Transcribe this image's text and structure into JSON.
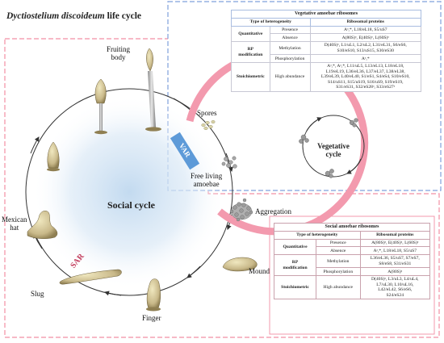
{
  "title": {
    "italic": "Dyctiostelium discoideum",
    "rest": " life cycle"
  },
  "stages": {
    "fruiting_body": "Fruiting\nbody",
    "spores": "Spores",
    "free_living": "Free living\namoebae",
    "aggregation": "Aggregation",
    "mound": "Mound",
    "finger": "Finger",
    "slug": "Slug",
    "mexican_hat": "Mexican\nhat"
  },
  "cycles": {
    "social": "Social cycle",
    "vegetative": "Vegetative\ncycle"
  },
  "arcs": {
    "var": "VAR",
    "sar": "SAR"
  },
  "colors": {
    "pink": "#f28fa4",
    "blue": "#7fa0dc",
    "social_glow": "#cfe3f5",
    "stage_fill": "#c9b98a"
  },
  "vegetative_table": {
    "caption": "Vegetative amoebae ribosomes",
    "headers": [
      "Type of heterogeneity",
      "Ribosomal proteins"
    ],
    "groups": [
      {
        "name": "Quantitative",
        "rows": [
          {
            "sub": "Presence",
            "proteins": "Aᵃ,*, L18/eL18, S5/uS7"
          },
          {
            "sub": "Absence",
            "proteins": "A(80S)ᵃ, E(40S)ᵃ, L(60S)ᵃ"
          }
        ]
      },
      {
        "name": "RP\nmodification",
        "rows": [
          {
            "sub": "Methylation",
            "proteins": "D(40S)ᵃ, L1/uL1, L2/uL2, L31/eL31, S6/eS6,\nS10/eS10, S13/uS15, S30/eS30"
          },
          {
            "sub": "Phosphorylation",
            "proteins": "Aᵃ,*"
          }
        ]
      },
      {
        "name": "Stoichiometric",
        "rows": [
          {
            "sub": "High abundance",
            "proteins": "Aᵃ,*, Aᵃ,*, L11/uL5, L13/eL13, L18/eL18,\nL19/eL19, L36/eL36, L37/eL37, L38/eL38,\nL39/eL39, L40/eL40, S1/eS1, S4/eS4, S10/eS10,\nS14/uS11, S15/uS19, S16/uS9, S19/eS19,\nS31/eS31, S32/eS28ᵃ, S33/eS27ᵃ"
          }
        ]
      }
    ]
  },
  "social_table": {
    "caption": "Social amoebae ribosomes",
    "headers": [
      "Type of heterogeneity",
      "Ribosomal proteins"
    ],
    "groups": [
      {
        "name": "Quantitative",
        "rows": [
          {
            "sub": "Presence",
            "proteins": "A(80S)ᵃ, E(40S)ᵃ, L(60S)ᵃ"
          },
          {
            "sub": "Absence",
            "proteins": "Aᵃ,*, L18/eL18, S5/uS7"
          }
        ]
      },
      {
        "name": "RP\nmodification",
        "rows": [
          {
            "sub": "Methylation",
            "proteins": "L36/eL36, S5/uS7, S7/eS7,\nS8/eS8, S31/eS31"
          },
          {
            "sub": "Phosphorylation",
            "proteins": "A(80S)ᵃ"
          }
        ]
      },
      {
        "name": "Stoichiometric",
        "rows": [
          {
            "sub": "High abundance",
            "proteins": "D(40S)ᵃ, L3/uL3, L4/uL4,\nL7/uL30, L10/uL16,\nL42/eL42, S6/eS6,\nS24/eS24"
          }
        ]
      }
    ]
  }
}
